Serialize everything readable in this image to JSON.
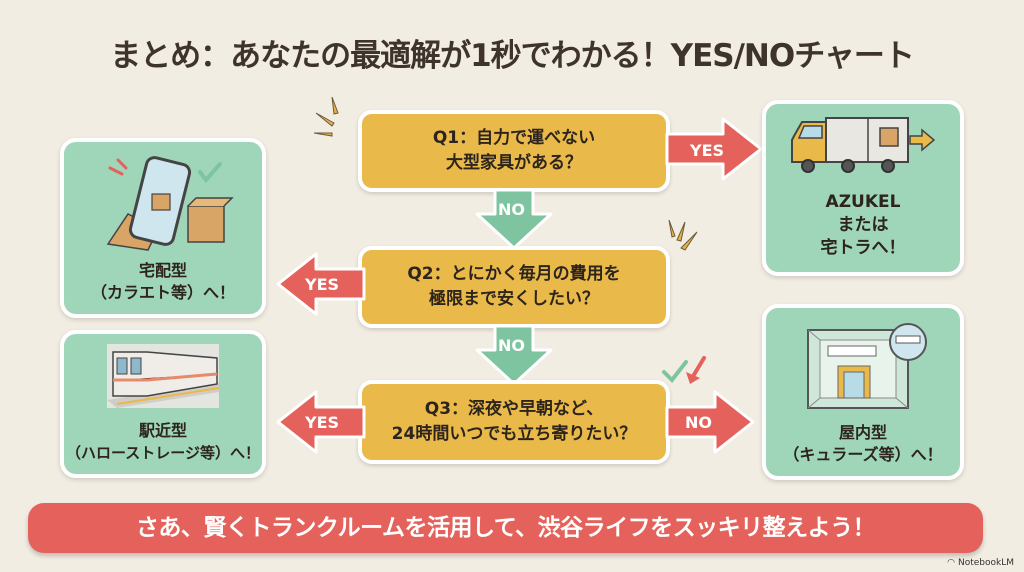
{
  "title": "まとめ：あなたの最適解が1秒でわかる！YES/NOチャート",
  "questions": [
    {
      "id": "Q1",
      "line1": "Q1：自力で運べない",
      "line2": "大型家具がある？"
    },
    {
      "id": "Q2",
      "line1": "Q2：とにかく毎月の費用を",
      "line2": "極限まで安くしたい？"
    },
    {
      "id": "Q3",
      "line1": "Q3：深夜や早朝など、",
      "line2": "24時間いつでも立ち寄りたい？"
    }
  ],
  "arrows": {
    "q1_yes": "YES",
    "q1_no": "NO",
    "q2_yes": "YES",
    "q2_no": "NO",
    "q3_yes": "YES",
    "q3_no": "NO"
  },
  "results": {
    "azukel": {
      "line1": "AZUKEL",
      "line2": "または",
      "line3": "宅トラへ！",
      "icon": "delivery-truck-icon"
    },
    "takuhai": {
      "line1": "宅配型",
      "line2": "（カラエト等）へ！",
      "icon": "phone-box-icon"
    },
    "ekichika": {
      "line1": "駅近型",
      "line2": "（ハローストレージ等）へ！",
      "icon": "train-icon"
    },
    "okunai": {
      "line1": "屋内型",
      "line2": "（キュラーズ等）へ！",
      "icon": "indoor-room-ac-icon"
    }
  },
  "banner": "さあ、賢くトランクルームを活用して、渋谷ライフをスッキリ整えよう！",
  "brand": "NotebookLM",
  "colors": {
    "background": "#f2ede2",
    "question": "#e9b949",
    "result": "#9fd6b9",
    "yes_arrow": "#e4625b",
    "no_arrow": "#7fc4a0",
    "banner": "#e4625b"
  }
}
